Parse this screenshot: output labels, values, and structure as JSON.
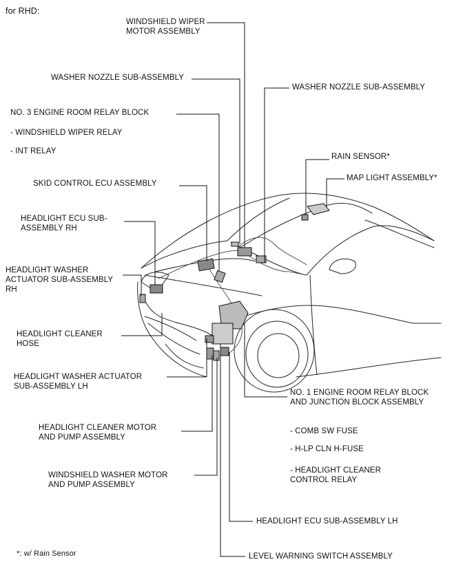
{
  "header": {
    "title": "for RHD:"
  },
  "labels": {
    "wiper_motor": "WINDSHIELD WIPER\nMOTOR ASSEMBLY",
    "washer_nozzle_left": "WASHER NOZZLE SUB-ASSEMBLY",
    "washer_nozzle_right": "WASHER NOZZLE SUB-ASSEMBLY",
    "relay_block_3": "NO. 3 ENGINE ROOM RELAY BLOCK",
    "relay_block_3_items": [
      "- WINDSHIELD WIPER RELAY",
      "- INT RELAY"
    ],
    "rain_sensor": "RAIN SENSOR*",
    "map_light": "MAP LIGHT ASSEMBLY*",
    "skid_control": "SKID CONTROL ECU ASSEMBLY",
    "headlight_ecu_rh": "HEADLIGHT ECU SUB-\nASSEMBLY RH",
    "hl_washer_act_rh": "HEADLIGHT WASHER\nACTUATOR SUB-ASSEMBLY\nRH",
    "hl_cleaner_hose": "HEADLIGHT CLEANER\nHOSE",
    "hl_washer_act_lh": "HEADLIGHT WASHER ACTUATOR\nSUB-ASSEMBLY LH",
    "relay_block_1": "NO. 1 ENGINE ROOM RELAY BLOCK\nAND JUNCTION BLOCK ASSEMBLY",
    "relay_block_1_items": [
      "- COMB SW FUSE",
      "- H-LP CLN H-FUSE",
      "- HEADLIGHT CLEANER\nCONTROL RELAY"
    ],
    "hl_cleaner_motor": "HEADLIGHT CLEANER MOTOR\nAND PUMP ASSEMBLY",
    "ws_washer_motor": "WINDSHIELD WASHER MOTOR\nAND PUMP ASSEMBLY",
    "headlight_ecu_lh": "HEADLIGHT ECU SUB-ASSEMBLY LH",
    "level_warning": "LEVEL WARNING SWITCH ASSEMBLY"
  },
  "footnote": "*: w/ Rain Sensor"
}
